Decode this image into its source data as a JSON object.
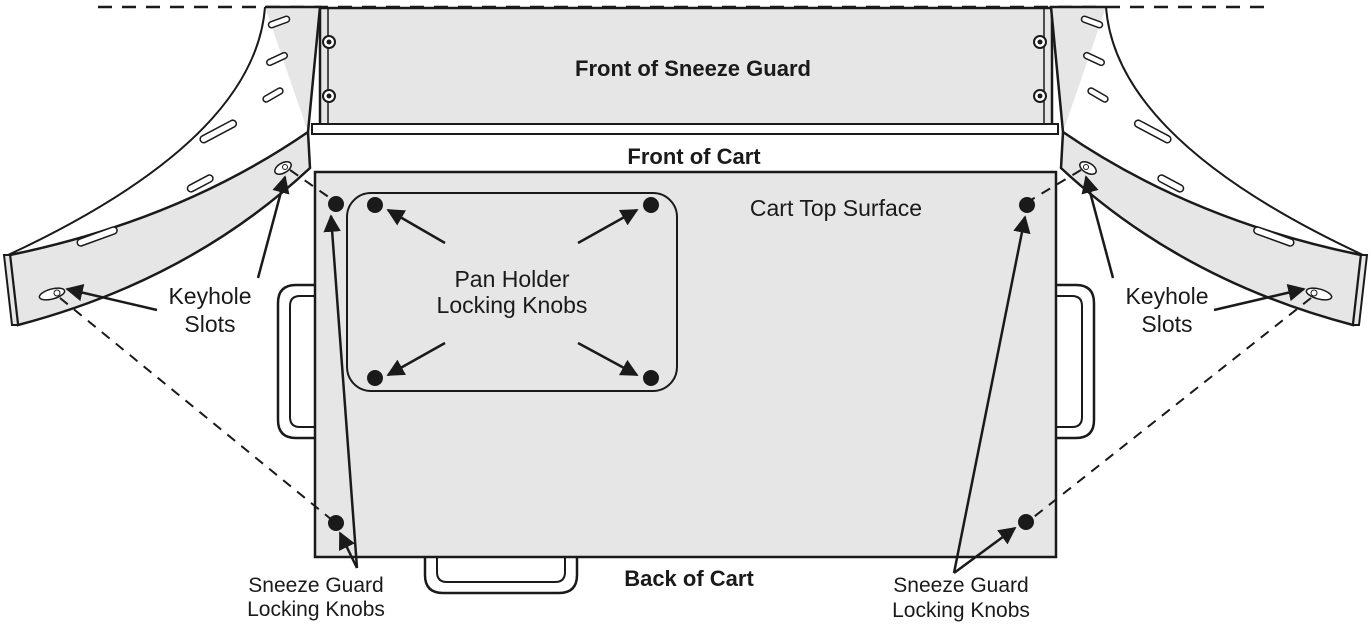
{
  "labels": {
    "front_of_sneeze_guard": "Front of Sneeze Guard",
    "front_of_cart": "Front of Cart",
    "cart_top_surface": "Cart Top Surface",
    "pan_holder_line1": "Pan Holder",
    "pan_holder_line2": "Locking Knobs",
    "keyhole_left_line1": "Keyhole",
    "keyhole_left_line2": "Slots",
    "keyhole_right_line1": "Keyhole",
    "keyhole_right_line2": "Slots",
    "back_of_cart": "Back of Cart",
    "sg_knobs_left_line1": "Sneeze Guard",
    "sg_knobs_left_line2": "Locking Knobs",
    "sg_knobs_right_line1": "Sneeze Guard",
    "sg_knobs_right_line2": "Locking Knobs"
  },
  "colors": {
    "panel_fill": "#e6e6e6",
    "outline": "#1a1a1a",
    "knob": "#1a1a1a",
    "background": "#ffffff"
  }
}
